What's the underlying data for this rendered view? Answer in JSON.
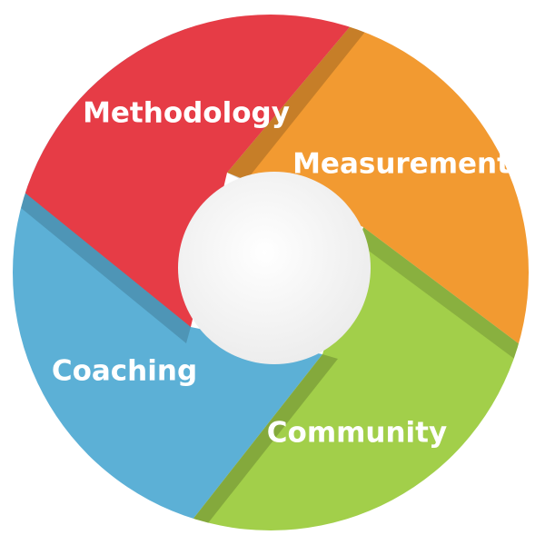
{
  "diagram": {
    "type": "segmented-ring",
    "segments": [
      {
        "key": "methodology",
        "label": "Methodology",
        "color": "#e63c46"
      },
      {
        "key": "measurement",
        "label": "Measurement",
        "color": "#f29a31"
      },
      {
        "key": "community",
        "label": "Community",
        "color": "#a2cf4a"
      },
      {
        "key": "coaching",
        "label": "Coaching",
        "color": "#5cb0d6"
      }
    ],
    "center": {
      "color": "#ffffff"
    }
  }
}
